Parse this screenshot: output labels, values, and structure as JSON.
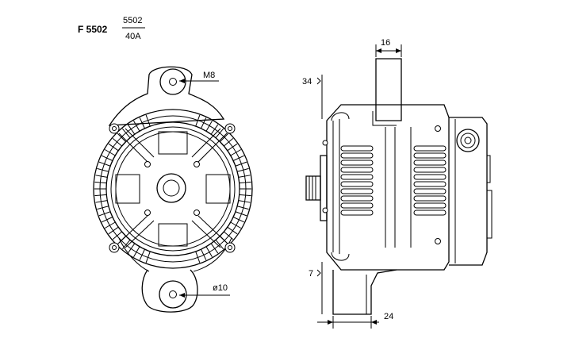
{
  "header": {
    "model": "F 5502",
    "fraction_top": "5502",
    "fraction_bottom": "40A"
  },
  "front_view": {
    "mount_top_label": "M8",
    "mount_bottom_label": "ø10"
  },
  "side_view": {
    "dim_top_width": "16",
    "dim_top_offset": "34",
    "dim_bottom_offset": "7",
    "dim_bottom_width": "24"
  }
}
